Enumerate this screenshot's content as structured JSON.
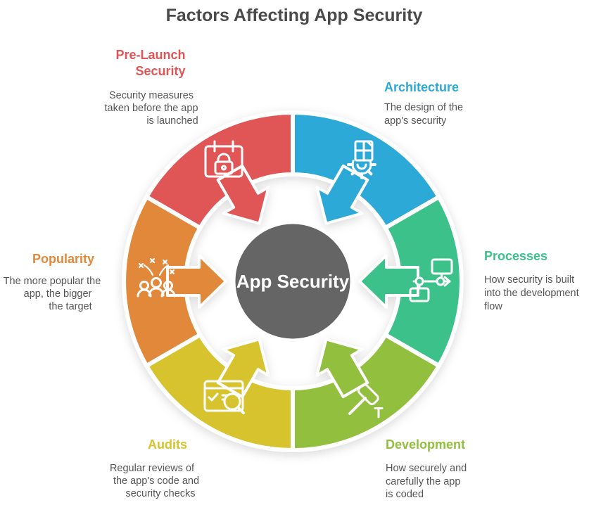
{
  "title": "Factors Affecting App Security",
  "center": {
    "label": "App Security",
    "bg_color": "#656565",
    "text_color": "#ffffff"
  },
  "segments": [
    {
      "name": "Pre-Launch Security",
      "label_lines": [
        "Pre-Launch",
        "Security"
      ],
      "color": "#e05555",
      "icon": "calendar-lock-icon",
      "desc_lines": [
        "Security measures",
        "taken before the app",
        "is launched"
      ]
    },
    {
      "name": "Architecture",
      "color": "#2ca9d6",
      "icon": "gear-document-icon",
      "desc_lines": [
        "The design of the",
        "app's security"
      ]
    },
    {
      "name": "Processes",
      "color": "#3dc18a",
      "icon": "flowchart-icon",
      "desc_lines": [
        "How security is built",
        "into the development",
        "flow"
      ]
    },
    {
      "name": "Development",
      "color": "#92bf3e",
      "icon": "hammer-icon",
      "desc_lines": [
        "How securely and",
        "carefully the app",
        "is coded"
      ]
    },
    {
      "name": "Audits",
      "color": "#d6c32e",
      "icon": "browser-check-search-icon",
      "desc_lines": [
        "Regular reviews of",
        "the app's code and",
        "security checks"
      ]
    },
    {
      "name": "Popularity",
      "color": "#e2883a",
      "icon": "people-celebration-icon",
      "desc_lines": [
        "The more popular the",
        "app, the bigger",
        "the target"
      ]
    }
  ]
}
